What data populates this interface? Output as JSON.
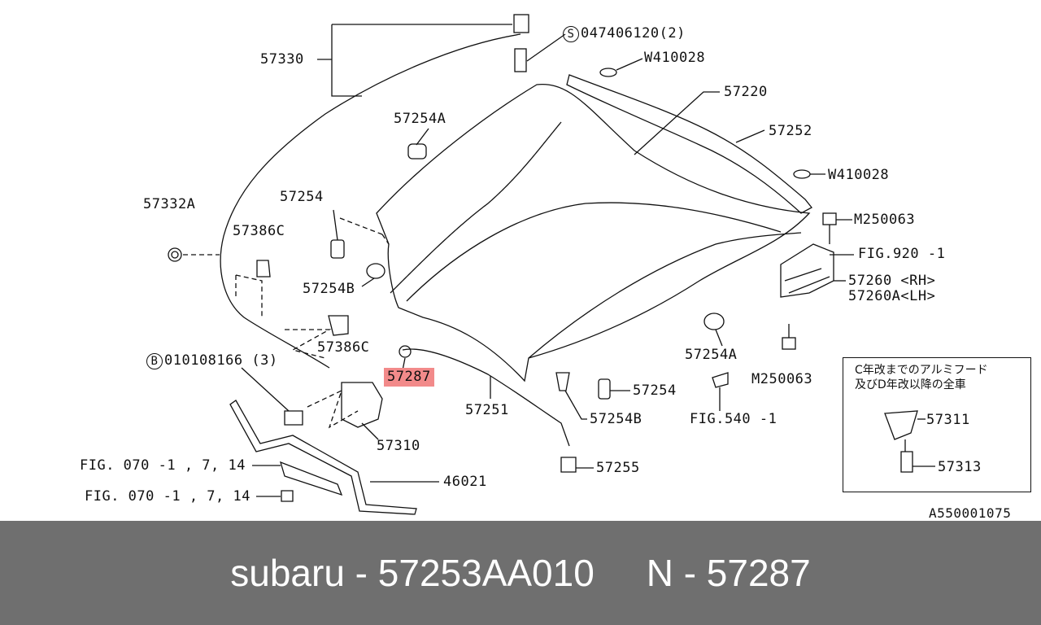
{
  "diagram": {
    "labels": {
      "l57330": "57330",
      "l0474": "047406120(2)",
      "lW410028a": "W410028",
      "l57220": "57220",
      "l57252": "57252",
      "lW410028b": "W410028",
      "l57254Aa": "57254A",
      "l57332A": "57332A",
      "l57254a": "57254",
      "l57386Ca": "57386C",
      "l57254B": "57254B",
      "l57386Cb": "57386C",
      "lM250063a": "M250063",
      "lFIG920": "FIG.920 -1",
      "l57260": "57260 <RH>",
      "l57260A": "57260A<LH>",
      "l57254Ab": "57254A",
      "lM250063b": "M250063",
      "l57287": "57287",
      "l57251": "57251",
      "l57254b": "57254",
      "l57254Bb": "57254B",
      "lFIG540": "FIG.540 -1",
      "l0101": "010108166 (3)",
      "l57310": "57310",
      "lFIG070a": "FIG. 070 -1 , 7, 14",
      "lFIG070b": "FIG. 070 -1 , 7, 14",
      "l46021": "46021",
      "l57255": "57255",
      "lDoc": "A550001075"
    },
    "markers": {
      "s": "S",
      "b": "B"
    },
    "highlight_color": "#f28a8a"
  },
  "inset": {
    "note": "C年改までのアルミフード\n及びD年改以降の全車",
    "l57311": "57311",
    "l57313": "57313"
  },
  "footer": {
    "text": "subaru - 57253AA010     N - 57287",
    "background": "#6f6f6f"
  }
}
